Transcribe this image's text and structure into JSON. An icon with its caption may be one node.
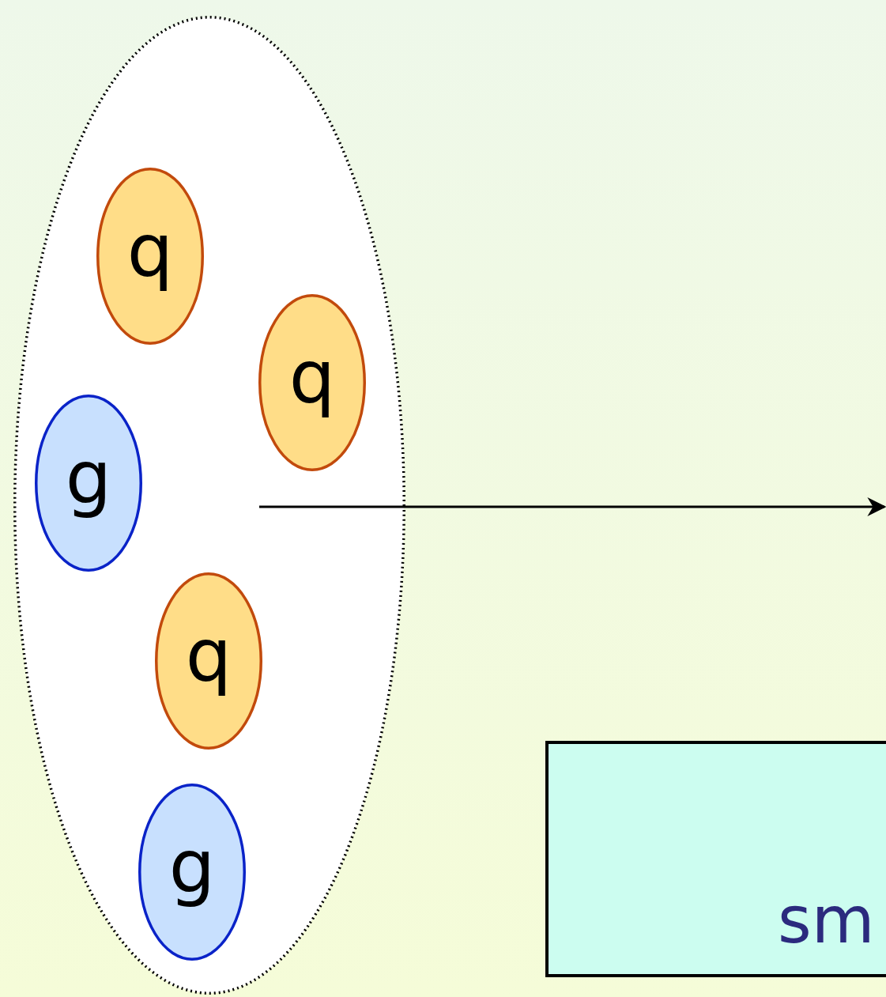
{
  "diagram": {
    "nodes": [
      {
        "text": [],
        "shape": "ellipse"
      },
      {
        "text": [
          "q"
        ],
        "in": 0
      },
      {
        "text": [
          "q"
        ],
        "in": 0
      },
      {
        "text": [
          "g"
        ],
        "in": 0
      },
      {
        "text": [
          "q"
        ],
        "in": 0
      },
      {
        "text": [
          "g"
        ],
        "in": 0
      },
      {
        "text": [
          "sm"
        ]
      }
    ]
  }
}
